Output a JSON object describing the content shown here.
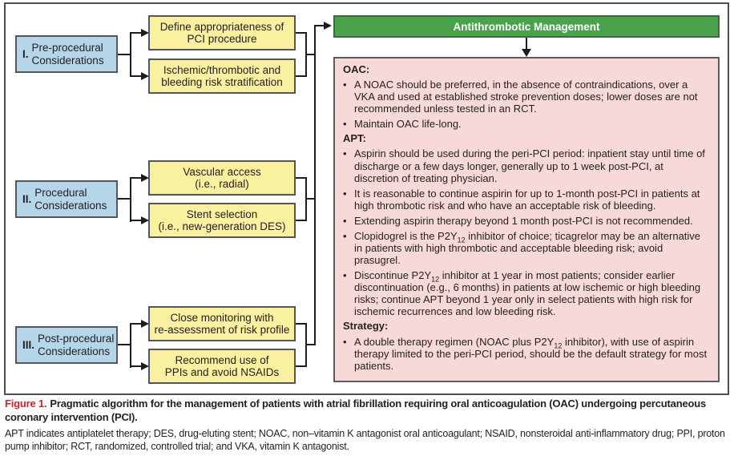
{
  "diagram": {
    "header": "Antithrombotic Management",
    "groups": [
      {
        "numeral": "I.",
        "label": "Pre-procedural\nConsiderations",
        "actions": [
          "Define appropriateness of\nPCI procedure",
          "Ischemic/thrombotic and\nbleeding risk stratification"
        ]
      },
      {
        "numeral": "II.",
        "label": "Procedural\nConsiderations",
        "actions": [
          "Vascular access\n(i.e., radial)",
          "Stent selection\n(i.e., new-generation DES)"
        ]
      },
      {
        "numeral": "III.",
        "label": "Post-procedural\nConsiderations",
        "actions": [
          "Close monitoring with\nre-assessment of risk profile",
          "Recommend use of\nPPIs and avoid NSAIDs"
        ]
      }
    ]
  },
  "panel": {
    "bullet_char": "•",
    "sections": [
      {
        "heading": "OAC:",
        "bullets": [
          "A NOAC should be preferred, in the absence of contraindications, over a VKA and used at established stroke prevention doses; lower doses are not recommended unless tested in an RCT.",
          "Maintain OAC life-long."
        ]
      },
      {
        "heading": "APT:",
        "bullets": [
          "Aspirin should be used during the peri-PCI period: inpatient stay until time of discharge or a few days longer, generally up to 1 week post-PCI, at discretion of treating physician.",
          "It is reasonable to continue aspirin for up to 1-month post-PCI in patients at high thrombotic risk and who have an acceptable risk of bleeding.",
          "Extending aspirin therapy beyond 1 month post-PCI is not recommended.",
          "Clopidogrel is the P2Y_{12} inhibitor of choice; ticagrelor may be an alternative in patients with high thrombotic and acceptable bleeding risk; avoid prasugrel.",
          "Discontinue P2Y_{12} inhibitor at 1 year in most patients; consider earlier discontinuation (e.g., 6 months) in patients at low ischemic or high bleeding risks; continue APT beyond 1 year only in select patients with high risk for ischemic recurrences and low bleeding risk."
        ]
      },
      {
        "heading": "Strategy:",
        "bullets": [
          "A double therapy regimen (NOAC plus P2Y_{12} inhibitor), with use of aspirin therapy limited to the peri-PCI period, should be the default strategy for most patients."
        ]
      }
    ]
  },
  "caption": {
    "label": "Figure 1.",
    "title": "Pragmatic algorithm for the management of patients with atrial fibrillation requiring oral anticoagulation (OAC) undergoing percutaneous coronary intervention (PCI).",
    "abbreviations": "APT indicates antiplatelet therapy; DES, drug-eluting stent; NOAC, non–vitamin K antagonist oral anticoagulant; NSAID, nonsteroidal anti-inflammatory drug; PPI, proton pump inhibitor; RCT, randomized, controlled trial; and VKA, vitamin K antagonist."
  },
  "colors": {
    "step_box_fill": "#b5d6e9",
    "action_box_fill": "#f9f0a0",
    "header_fill": "#4ba24c",
    "panel_fill": "#f7d9d8",
    "figure_label_red": "#c8242b",
    "line_color": "#1d1d1f"
  }
}
